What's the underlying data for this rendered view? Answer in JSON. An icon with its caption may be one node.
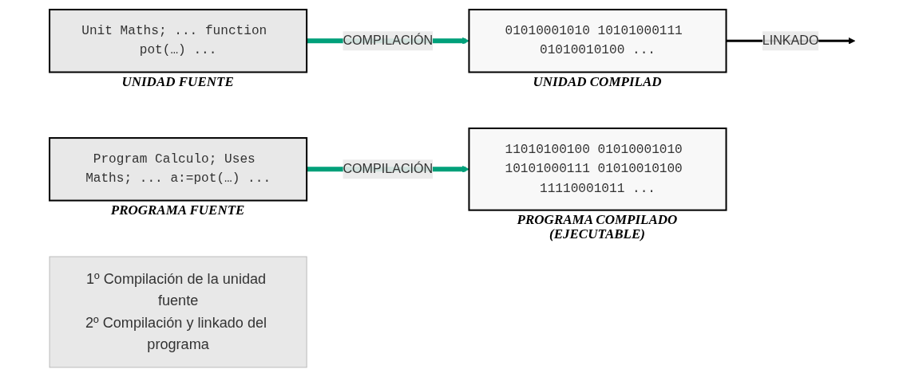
{
  "diagram": {
    "nodes": [
      {
        "text": [
          "Unit Maths; ... function pot(…) ..."
        ],
        "beside": [
          "UNIDAD FUENTE"
        ]
      },
      {
        "text": [
          "01010001010 10101000111 01010010100 ..."
        ],
        "beside": [
          "UNIDAD COMPILAD"
        ]
      },
      {
        "text": [
          "Program Calculo; Uses Maths; ... a:=pot(…) ..."
        ],
        "beside": [
          "PROGRAMA FUENTE"
        ]
      },
      {
        "text": [
          "11010100100 01010001010 10101000111 01010010100 11110001011 ..."
        ],
        "beside": [
          "PROGRAMA COMPILADO (EJECUTABLE)"
        ]
      },
      {
        "text": [
          "1º Compilación de la unidad fuente",
          "2º Compilación y linkado del programa"
        ]
      }
    ],
    "edges": [
      {
        "from": 0,
        "to": 1,
        "arrow": "to",
        "label": "COMPILACIÓN"
      },
      {
        "from": 1,
        "to": null,
        "arrow": "to",
        "label": "LINKADO",
        "color": "#000000"
      },
      {
        "from": 2,
        "to": 3,
        "arrow": "to",
        "label": "COMPILACIÓN"
      }
    ]
  }
}
